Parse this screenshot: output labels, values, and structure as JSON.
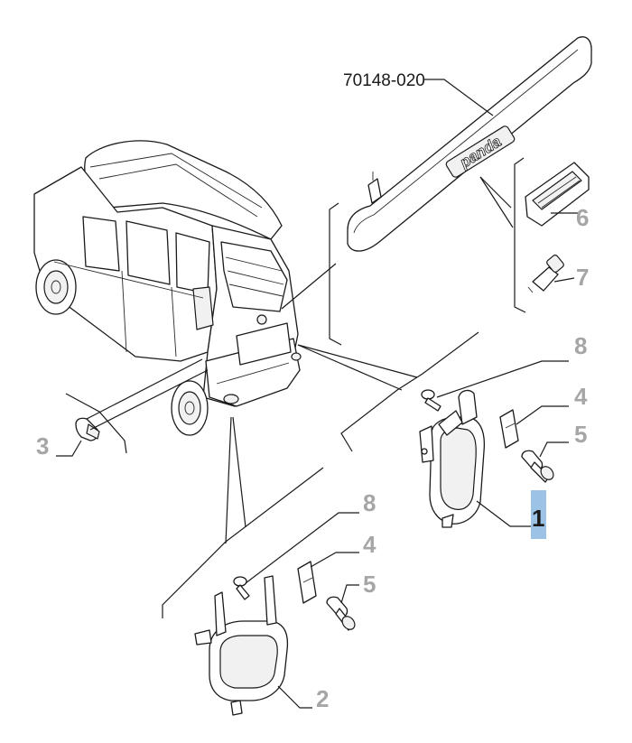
{
  "diagram": {
    "part_code": "70148-020",
    "callouts": {
      "c1": "1",
      "c2": "2",
      "c3": "3",
      "c4a": "4",
      "c4b": "4",
      "c5a": "5",
      "c5b": "5",
      "c6": "6",
      "c7": "7",
      "c8a": "8",
      "c8b": "8"
    },
    "badge_text": "panda",
    "highlight_color": "#9cc3e6",
    "callout_color": "#a6a6a6"
  }
}
